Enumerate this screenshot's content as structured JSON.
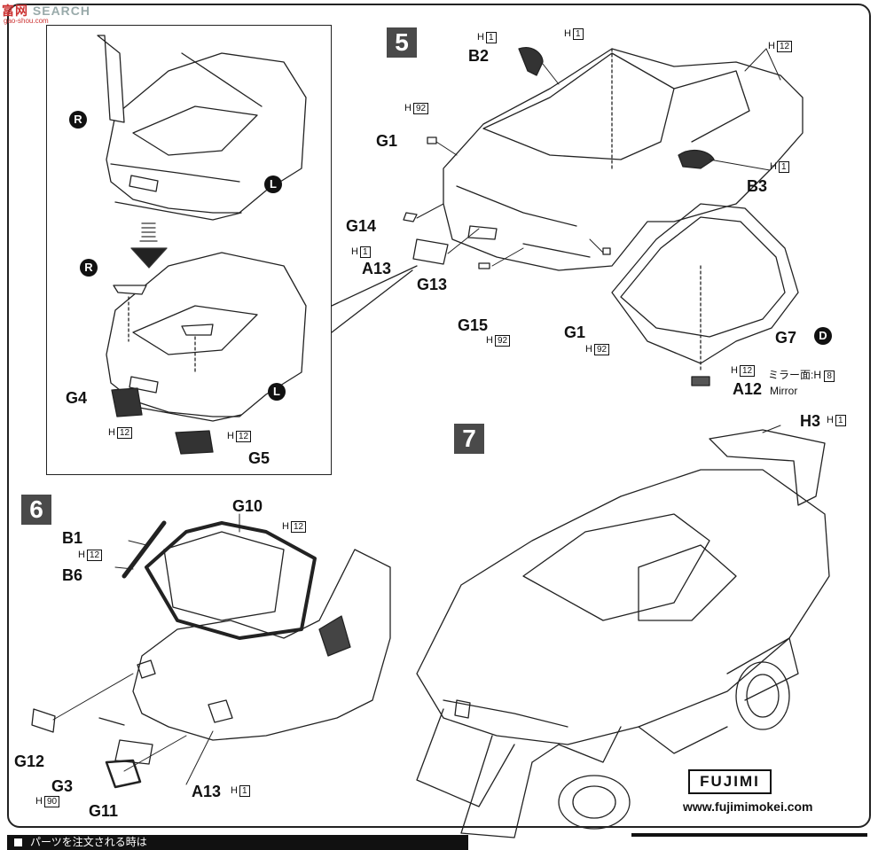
{
  "watermark": {
    "brand": "富网",
    "text": "SEARCH",
    "sub": "gao-shou.com"
  },
  "steps": {
    "five": "5",
    "six": "6",
    "seven": "7"
  },
  "inset": {
    "marker_r": "R",
    "marker_l": "L"
  },
  "parts": {
    "g4": "G4",
    "g5": "G5",
    "b2": "B2",
    "b3": "B3",
    "g1": "G1",
    "g14": "G14",
    "a13": "A13",
    "g13": "G13",
    "g15": "G15",
    "g7": "G7",
    "a12": "A12",
    "mirror": "Mirror",
    "g10": "G10",
    "b1": "B1",
    "b6": "B6",
    "g12": "G12",
    "g3": "G3",
    "g11": "G11",
    "h3": "H3",
    "d": "D"
  },
  "hcodes": {
    "h": "H",
    "n1": "1",
    "n12": "12",
    "n92": "92",
    "n8": "8",
    "n90": "90"
  },
  "mirror_note": "ミラー面:",
  "footer": {
    "url": "www.fujimimokei.com",
    "brand": "FUJIMI",
    "bar_text": "パーツを注文される時は"
  }
}
